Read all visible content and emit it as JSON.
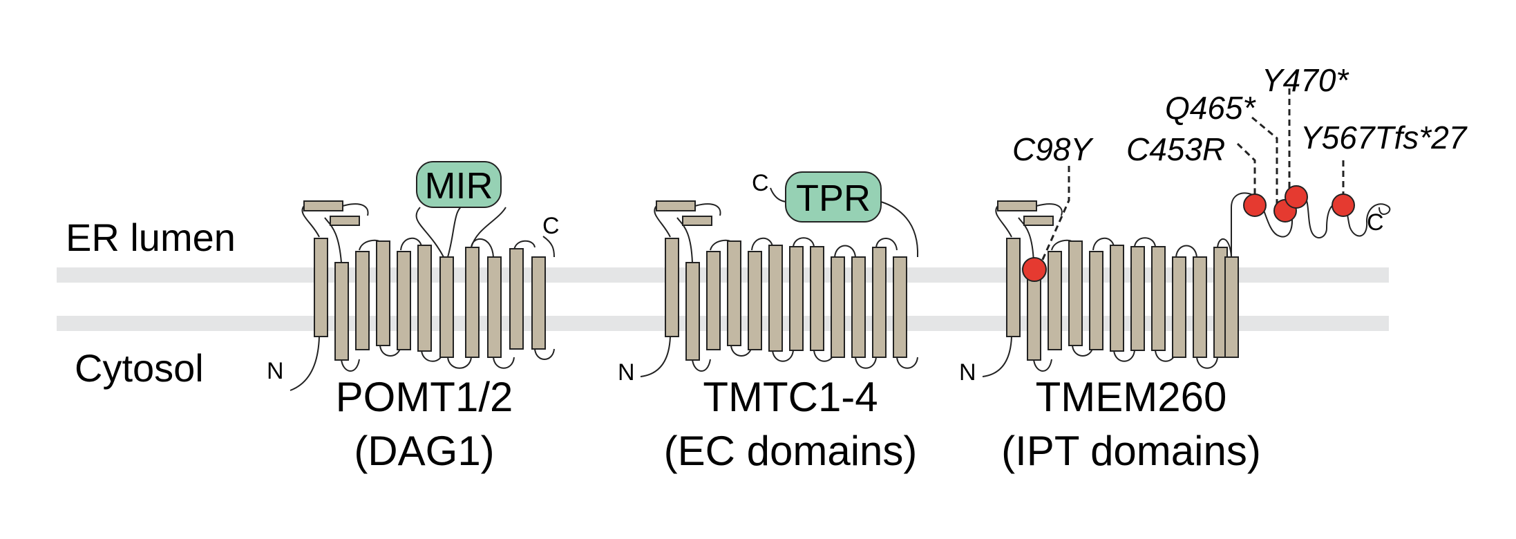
{
  "sides": {
    "lumen": "ER lumen",
    "cytosol": "Cytosol"
  },
  "proteins": [
    {
      "name": "POMT1/2",
      "substrate": "(DAG1)",
      "n_term": "N",
      "c_term": "C",
      "domain": "MIR"
    },
    {
      "name": "TMTC1-4",
      "substrate": "(EC domains)",
      "n_term": "N",
      "c_term": "C",
      "domain": "TPR"
    },
    {
      "name": "TMEM260",
      "substrate": "(IPT domains)",
      "n_term": "N",
      "c_term": "C"
    }
  ],
  "mutations": [
    "C98Y",
    "C453R",
    "Q465*",
    "Y470*",
    "Y567Tfs*27"
  ],
  "colors": {
    "helix": "#c2b8a3",
    "domain": "#96d1b4",
    "mutation": "#e53a30",
    "membrane": "#e4e5e6"
  }
}
